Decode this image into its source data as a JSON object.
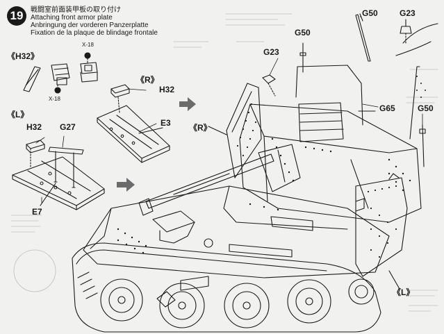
{
  "step": {
    "number": "19",
    "title_ja": "戦闘室前面装甲板の取り付け",
    "title_en": "Attaching front armor plate",
    "title_de": "Anbringung der vorderen Panzerplatte",
    "title_fr": "Fixation de la plaque de blindage frontale"
  },
  "variant_labels": {
    "h32_top": "《H32》",
    "left_box": "《L》",
    "right_box": "《R》",
    "right_main": "《R》",
    "left_main": "《L》"
  },
  "scale_marks": {
    "x18_top": "X-18",
    "x18_bottom": "X-18"
  },
  "part_labels": {
    "h32_r": "H32",
    "e3": "E3",
    "h32_l": "H32",
    "g27": "G27",
    "e7": "E7",
    "g50_top": "G50",
    "g23_top": "G23",
    "g50_mid": "G50",
    "g23_mid": "G23",
    "g65": "G65",
    "g50_right": "G50"
  }
}
